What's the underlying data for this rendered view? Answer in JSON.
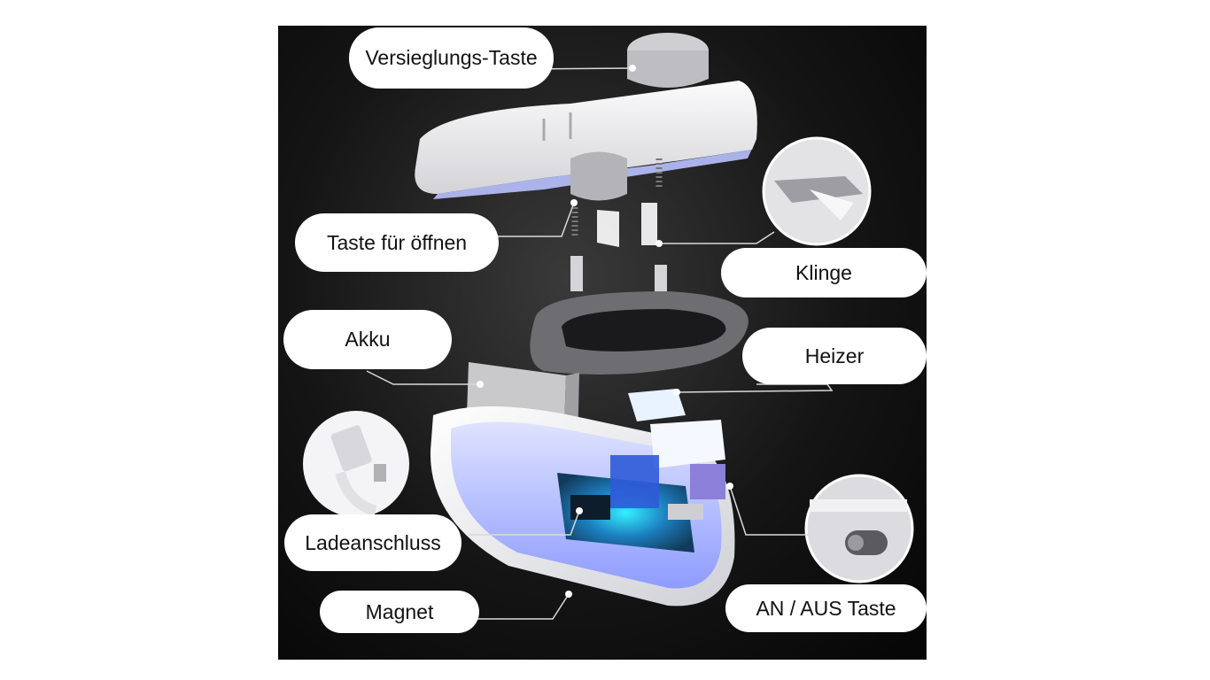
{
  "labels": {
    "seal_button": "Versieglungs-Taste",
    "open_button": "Taste für öffnen",
    "blade": "Klinge",
    "battery": "Akku",
    "heater": "Heizer",
    "charging_port": "Ladeanschluss",
    "magnet": "Magnet",
    "power_switch": "AN / AUS Taste"
  },
  "colors": {
    "background": "#0b0b0b",
    "housing": "#f2f2f4",
    "inner_glow": "#b9c2ff",
    "circuit_board": "#1a5a8a",
    "heater_frame": "#6c6c70"
  }
}
